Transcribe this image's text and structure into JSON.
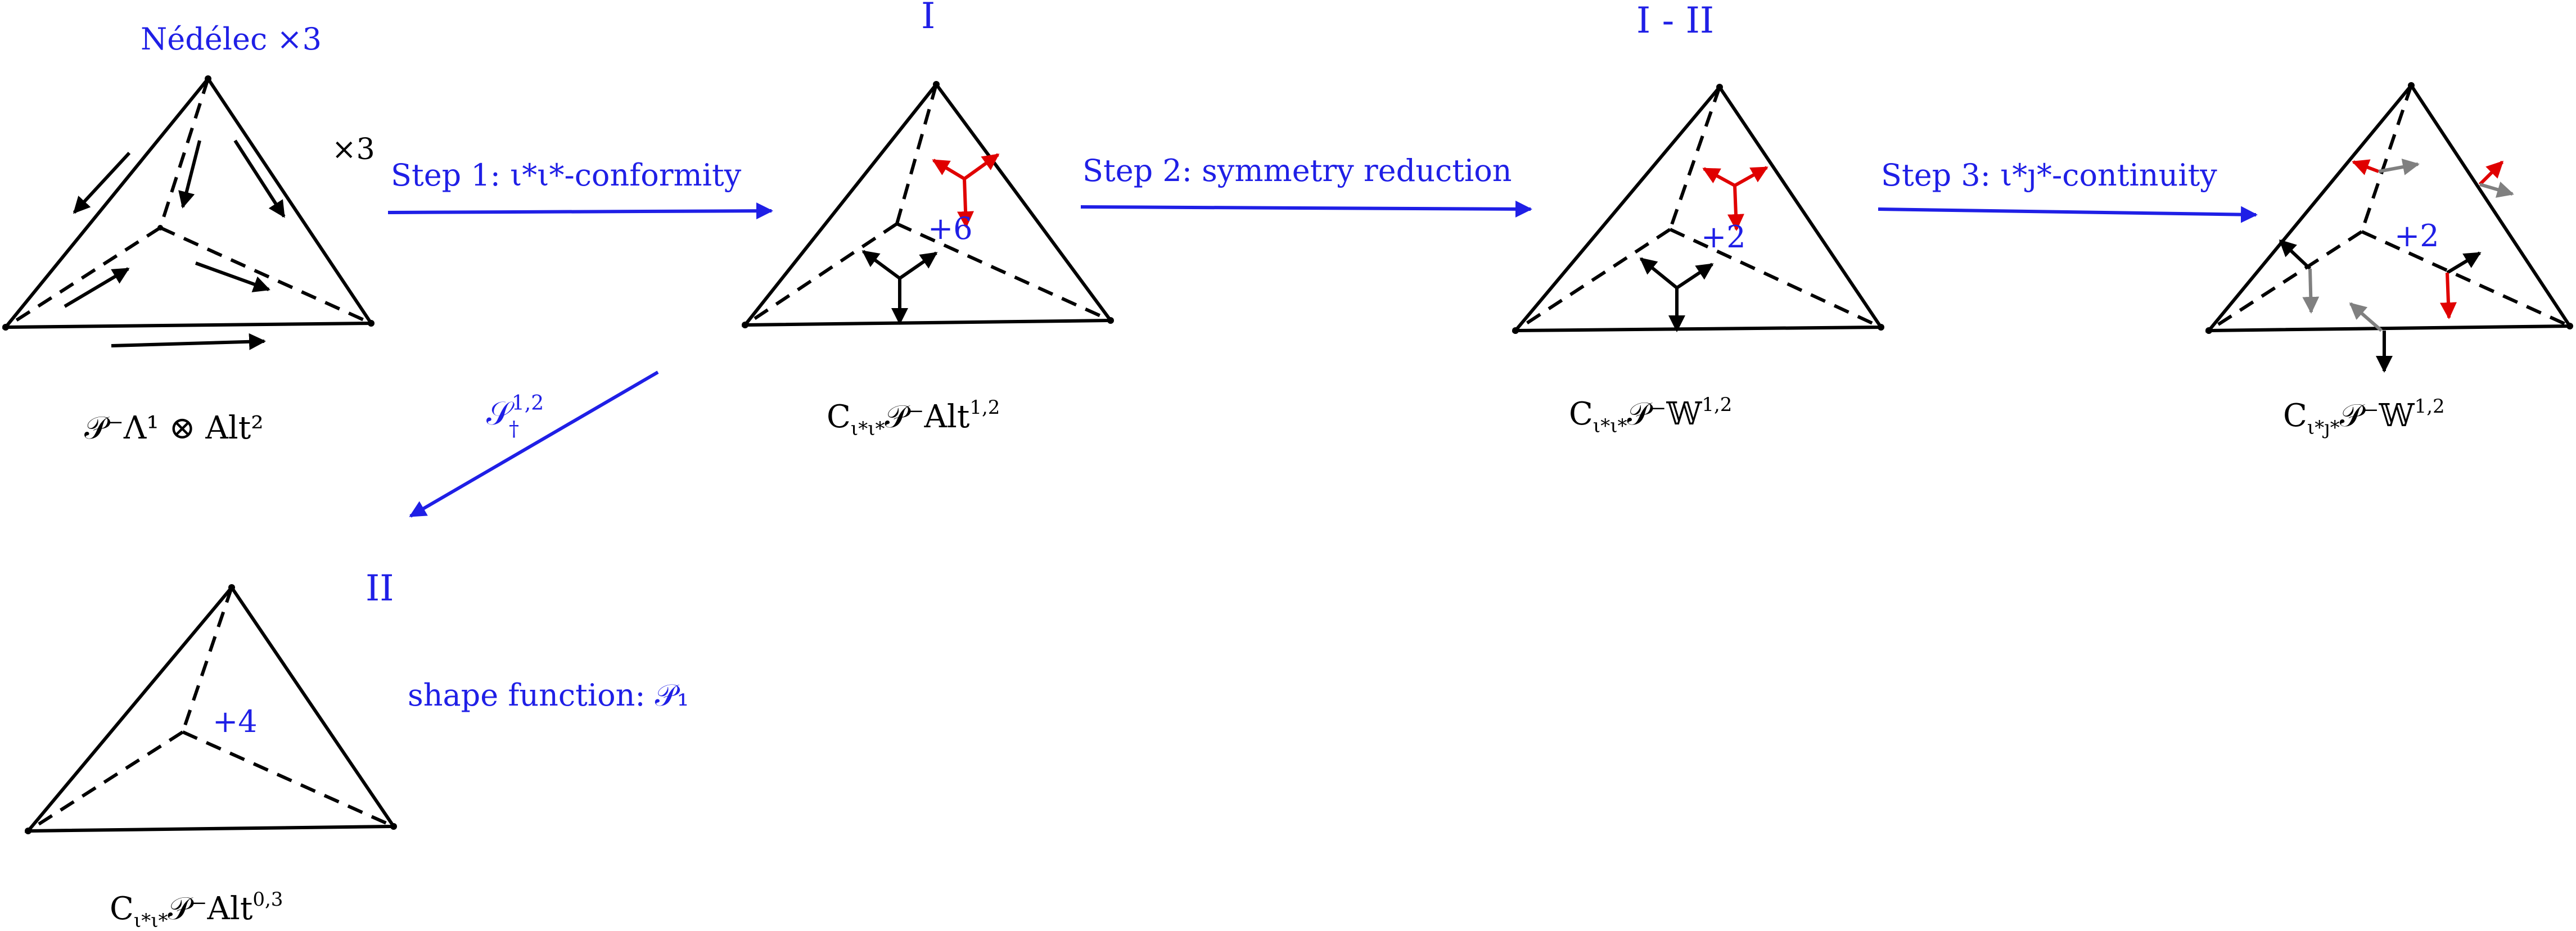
{
  "labels": {
    "nedelec": "Nédélec ×3",
    "times3": "×3",
    "roman_I": "I",
    "roman_I_II": "I - II",
    "roman_II": "II",
    "step1": "Step 1: ι*ι*-conformity",
    "step2": "Step 2: symmetry reduction",
    "step3": "Step 3: ι*ȷ*-continuity",
    "shape_function": "shape function: 𝒫₁",
    "S_dagger_main": "𝒮",
    "S_dagger_sup": "1,2",
    "S_dagger_sub": "†",
    "plus6": "+6",
    "plus2_a": "+2",
    "plus2_b": "+2",
    "plus4": "+4"
  },
  "captions": {
    "t1_main": "𝒫⁻Λ¹ ⊗ Alt²",
    "t2_C": "C",
    "t2_sub": "ι*ι*",
    "t2_rest": "𝒫⁻Alt",
    "t2_sup": "1,2",
    "t3_C": "C",
    "t3_sub": "ι*ι*",
    "t3_rest": "𝒫⁻𝕎",
    "t3_sup": "1,2",
    "t4_C": "C",
    "t4_sub": "ι*ȷ*",
    "t4_rest": "𝒫⁻𝕎",
    "t4_sup": "1,2",
    "t5_C": "C",
    "t5_sub": "ι*ι*",
    "t5_rest": "𝒫⁻Alt",
    "t5_sup": "0,3"
  },
  "colors": {
    "accent_blue": "#1f1fe6",
    "dof_red": "#e00000",
    "dof_gray": "#808080",
    "edge_black": "#000000"
  }
}
